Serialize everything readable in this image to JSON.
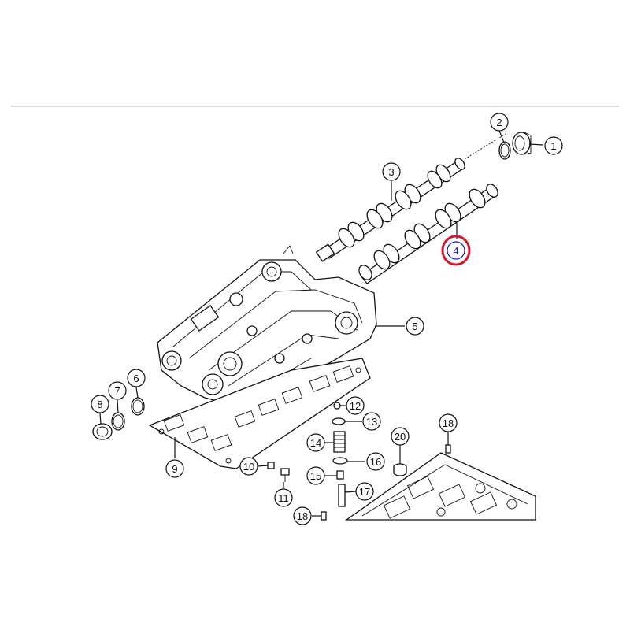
{
  "diagram": {
    "callouts": [
      {
        "id": "1",
        "label": "1"
      },
      {
        "id": "2",
        "label": "2"
      },
      {
        "id": "3",
        "label": "3"
      },
      {
        "id": "4",
        "label": "4",
        "highlighted": true
      },
      {
        "id": "5",
        "label": "5"
      },
      {
        "id": "6",
        "label": "6"
      },
      {
        "id": "7",
        "label": "7"
      },
      {
        "id": "8",
        "label": "8"
      },
      {
        "id": "9",
        "label": "9"
      },
      {
        "id": "10",
        "label": "10"
      },
      {
        "id": "11",
        "label": "11"
      },
      {
        "id": "12",
        "label": "12"
      },
      {
        "id": "13",
        "label": "13"
      },
      {
        "id": "14",
        "label": "14"
      },
      {
        "id": "15",
        "label": "15"
      },
      {
        "id": "16",
        "label": "16"
      },
      {
        "id": "17",
        "label": "17"
      },
      {
        "id": "18a",
        "label": "18"
      },
      {
        "id": "18b",
        "label": "18"
      },
      {
        "id": "20",
        "label": "20"
      }
    ],
    "colors": {
      "line": "#111111",
      "highlight_ring": "#d8142c",
      "highlight_text": "#1515d8",
      "divider": "#b8b8b8"
    }
  }
}
